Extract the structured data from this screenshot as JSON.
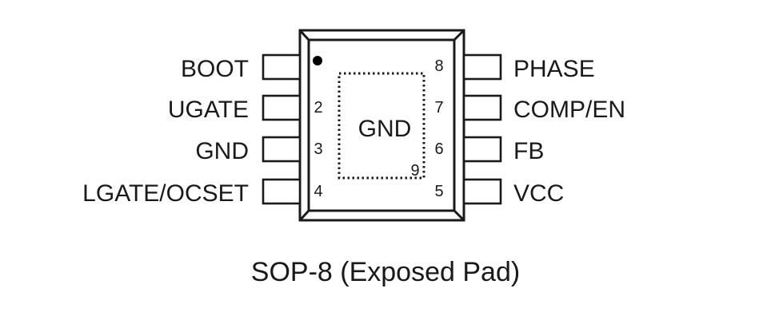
{
  "package": {
    "caption": "SOP-8 (Exposed Pad)",
    "pin1_marker": "pin-1-dot",
    "exposed_pad": {
      "label": "GND",
      "number": "9"
    },
    "left_pins": [
      {
        "number": "1",
        "name": "BOOT",
        "number_shown": false
      },
      {
        "number": "2",
        "name": "UGATE",
        "number_shown": true
      },
      {
        "number": "3",
        "name": "GND",
        "number_shown": true
      },
      {
        "number": "4",
        "name": "LGATE/OCSET",
        "number_shown": true
      }
    ],
    "right_pins": [
      {
        "number": "8",
        "name": "PHASE",
        "number_shown": true
      },
      {
        "number": "7",
        "name": "COMP/EN",
        "number_shown": true
      },
      {
        "number": "6",
        "name": "FB",
        "number_shown": true
      },
      {
        "number": "5",
        "name": "VCC",
        "number_shown": true
      }
    ]
  }
}
